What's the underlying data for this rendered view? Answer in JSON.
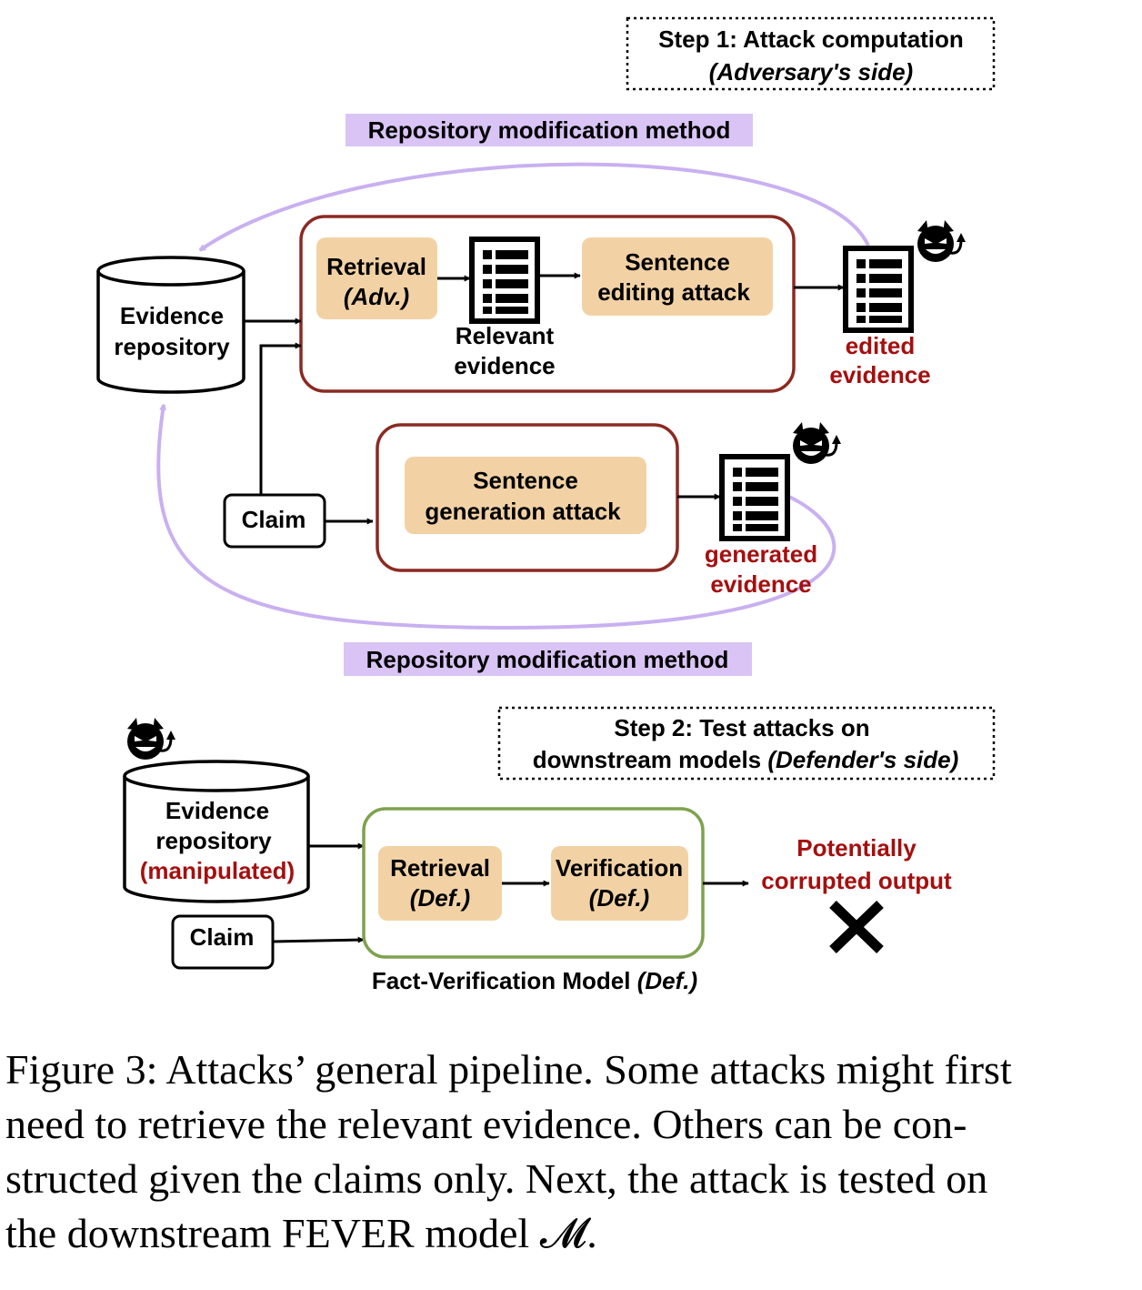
{
  "step1": {
    "title": "Step 1: Attack computation",
    "subtitle": "(Adversary's side)"
  },
  "step2": {
    "line1": "Step 2: Test attacks on",
    "line2_plain": "downstream models ",
    "line2_italic": "(Defender's side)"
  },
  "repo_method_label": "Repository modification method",
  "evidence_repository": {
    "line1": "Evidence",
    "line2": "repository"
  },
  "retrieval_adv": {
    "line1": "Retrieval",
    "line2": "(Adv.)"
  },
  "relevant_evidence": {
    "line1": "Relevant",
    "line2": "evidence"
  },
  "sentence_editing": {
    "line1": "Sentence",
    "line2": "editing attack"
  },
  "edited_evidence": {
    "line1": "edited",
    "line2": "evidence"
  },
  "claim": "Claim",
  "sentence_generation": {
    "line1": "Sentence",
    "line2": "generation attack"
  },
  "generated_evidence": {
    "line1": "generated",
    "line2": "evidence"
  },
  "manipulated_repository": {
    "line1": "Evidence",
    "line2": "repository",
    "line3": "(manipulated)"
  },
  "retrieval_def": {
    "line1": "Retrieval",
    "line2": "(Def.)"
  },
  "verification_def": {
    "line1": "Verification",
    "line2": "(Def.)"
  },
  "output": {
    "line1": "Potentially",
    "line2": "corrupted output"
  },
  "fact_verification_model": {
    "plain": "Fact-Verification Model ",
    "italic": "(Def.)"
  },
  "icons": [
    "devil-icon",
    "document-icon",
    "cross-icon"
  ],
  "colors": {
    "attack_box": "#f2d2a5",
    "pipeline_border": "#8b2a22",
    "defender_border": "#7ea24f",
    "highlight": "#d9c4f5",
    "curve": "#c9b0f0",
    "red_text": "#a50f0f"
  },
  "caption": {
    "line1": "Figure 3: Attacks’ general pipeline. Some attacks might first",
    "line2": "need to retrieve the relevant evidence. Others can be con-",
    "line3": "structed given the claims only. Next, the attack is tested on",
    "line4": "the downstream FEVER model 𝓜."
  }
}
